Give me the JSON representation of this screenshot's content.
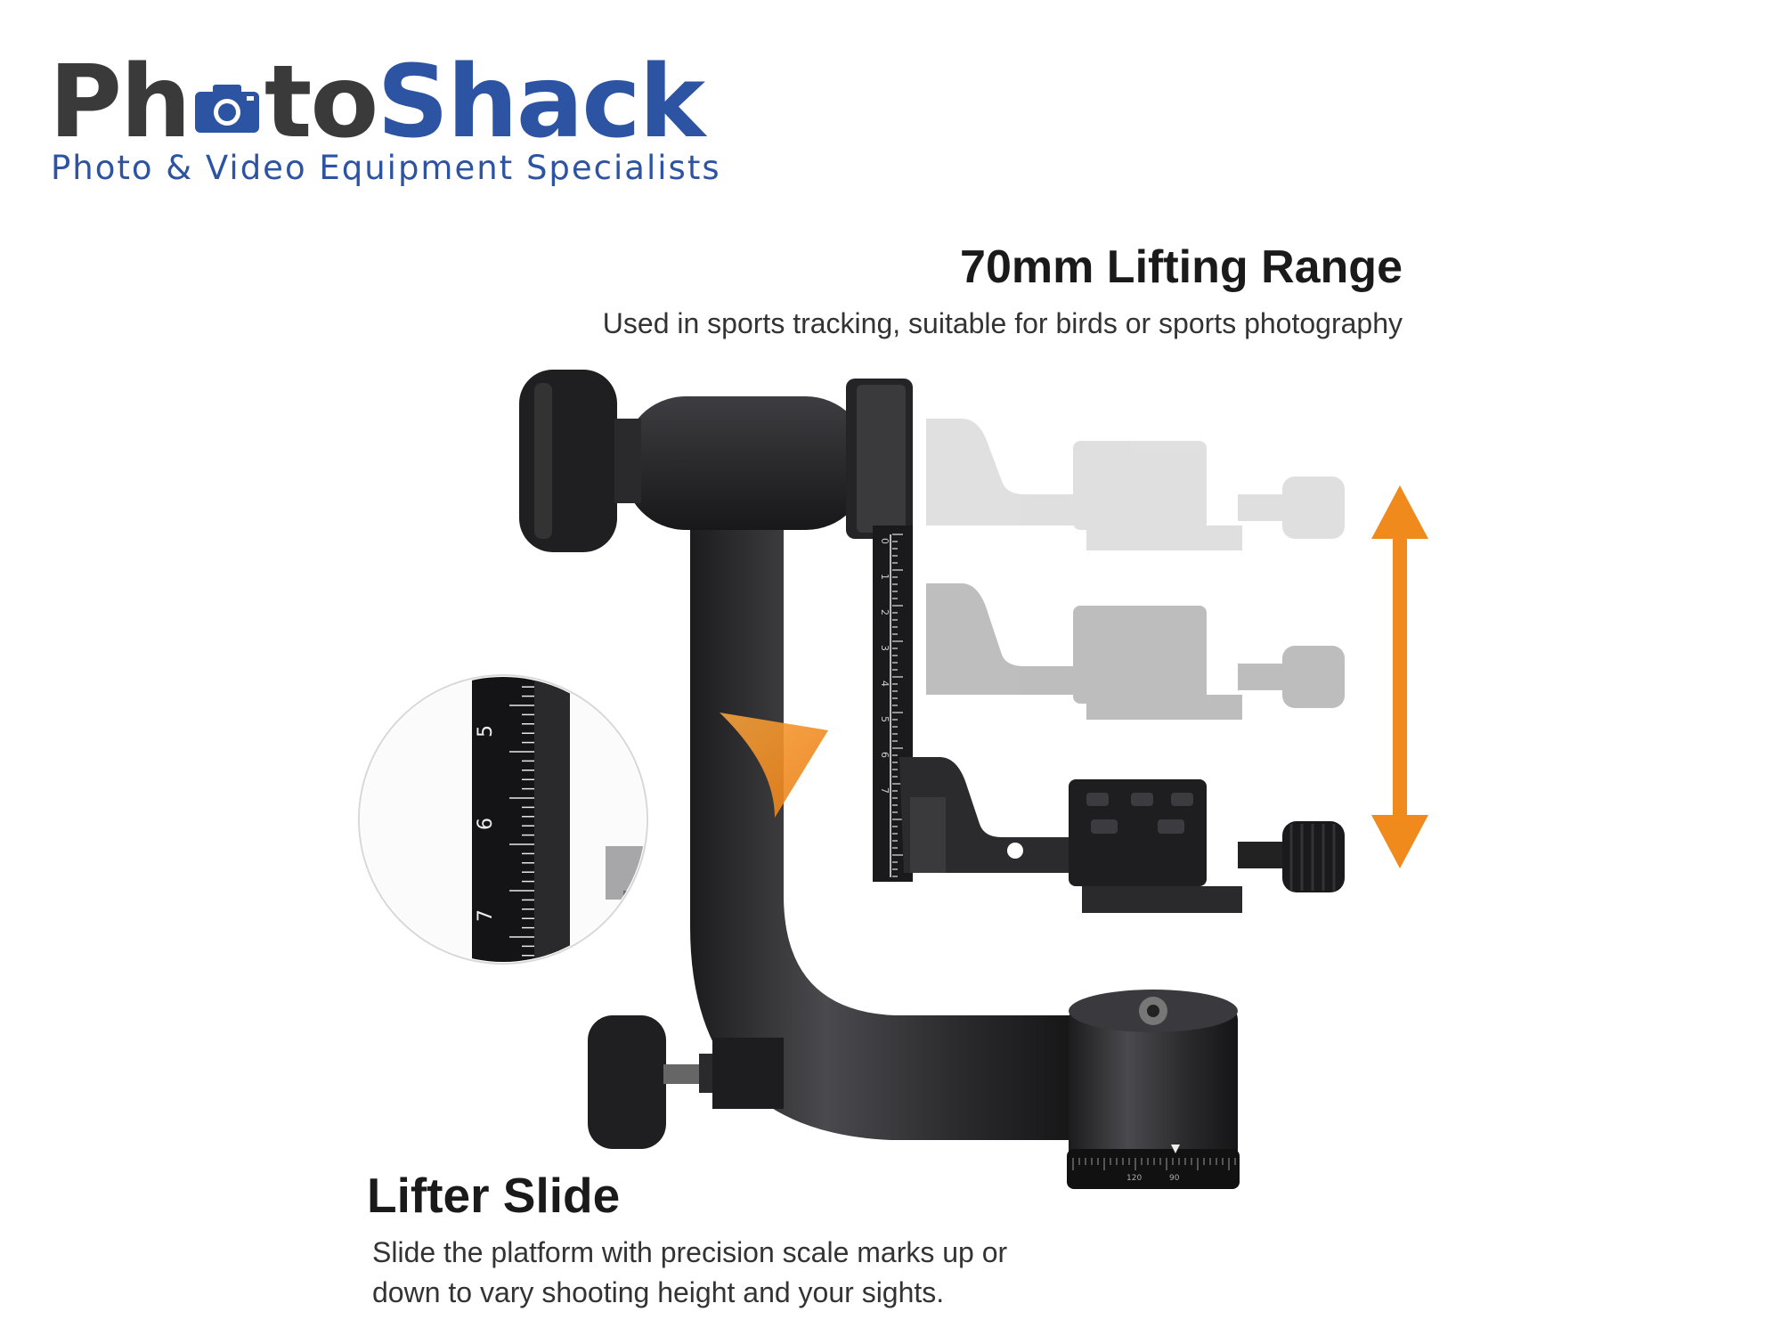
{
  "brand": {
    "name_part1": "Ph",
    "name_part2": "to",
    "name_part3": "Shack",
    "tagline": "Photo & Video Equipment Specialists",
    "colors": {
      "dark": "#3a3a3a",
      "blue": "#2d54a3"
    }
  },
  "feature_top": {
    "title": "70mm Lifting Range",
    "description": "Used in sports tracking, suitable for birds or sports photography"
  },
  "feature_bottom": {
    "title": "Lifter Slide",
    "description_line1": "Slide the platform with precision scale marks up or",
    "description_line2": "down to vary shooting height and your sights."
  },
  "scale_marks": [
    "0",
    "1",
    "2",
    "3",
    "4",
    "5",
    "6",
    "7"
  ],
  "zoom_scale_marks": [
    "5",
    "6",
    "7"
  ],
  "base_scale_marks": [
    "120",
    "90"
  ],
  "accent_color": "#f08a1c",
  "icons": [
    "camera-icon",
    "double-arrow-icon",
    "pointer-arrow-icon"
  ]
}
